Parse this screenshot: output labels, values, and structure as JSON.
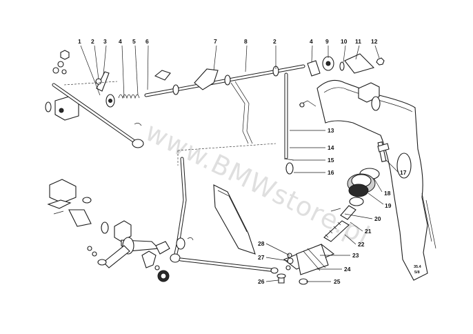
{
  "callouts": [
    {
      "id": "1",
      "text": "1"
    },
    {
      "id": "2",
      "text": "2"
    },
    {
      "id": "3",
      "text": "3"
    },
    {
      "id": "4",
      "text": "4"
    },
    {
      "id": "5",
      "text": "5"
    },
    {
      "id": "6",
      "text": "6"
    },
    {
      "id": "7",
      "text": "7"
    },
    {
      "id": "8",
      "text": "8"
    },
    {
      "id": "2b",
      "text": "2"
    },
    {
      "id": "4b",
      "text": "4"
    },
    {
      "id": "9",
      "text": "9"
    },
    {
      "id": "10",
      "text": "10"
    },
    {
      "id": "11",
      "text": "11"
    },
    {
      "id": "12",
      "text": "12"
    },
    {
      "id": "13",
      "text": "13"
    },
    {
      "id": "14",
      "text": "14"
    },
    {
      "id": "15",
      "text": "15"
    },
    {
      "id": "16",
      "text": "16"
    },
    {
      "id": "17",
      "text": "17"
    },
    {
      "id": "18",
      "text": "18"
    },
    {
      "id": "19",
      "text": "19"
    },
    {
      "id": "20",
      "text": "20"
    },
    {
      "id": "21",
      "text": "21"
    },
    {
      "id": "22",
      "text": "22"
    },
    {
      "id": "23",
      "text": "23"
    },
    {
      "id": "24",
      "text": "24"
    },
    {
      "id": "25",
      "text": "25"
    },
    {
      "id": "26",
      "text": "26"
    },
    {
      "id": "27",
      "text": "27"
    },
    {
      "id": "28",
      "text": "28"
    }
  ],
  "drawing_ref": {
    "line1": "35.4",
    "line2": "5/8"
  },
  "watermark": {
    "text": "www.BMWstore.pl"
  },
  "colors": {
    "ink": "#1a1a1a",
    "paper": "#ffffff"
  }
}
